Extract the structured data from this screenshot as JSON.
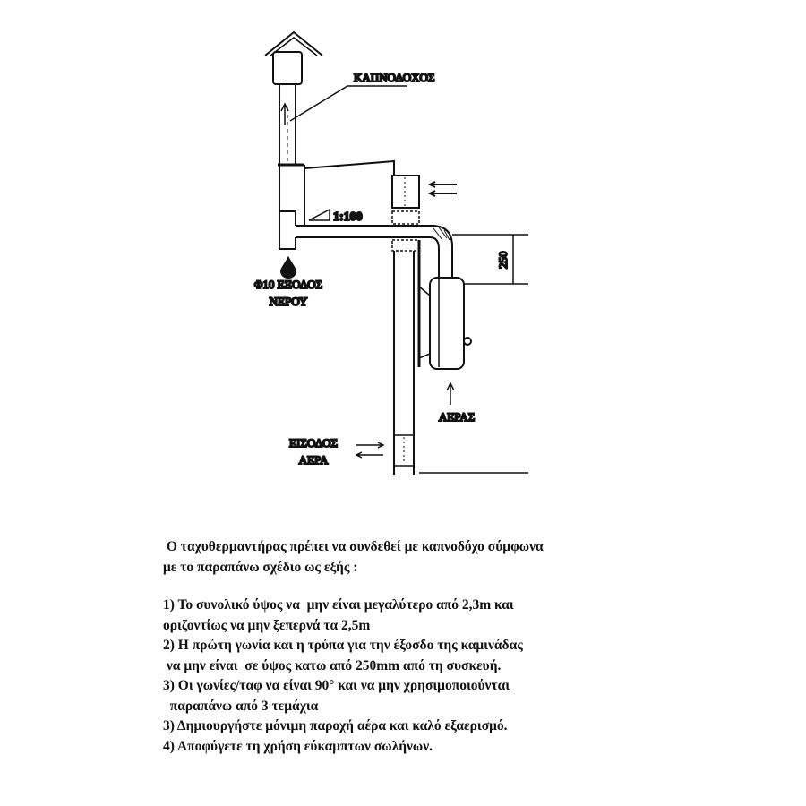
{
  "diagram": {
    "labels": {
      "chimney": "ΚΑΠΝΟΔΟΧΟΣ",
      "slope": "1:100",
      "water_outlet_line1": "Φ10 ΕΞΟΔΟΣ",
      "water_outlet_line2": "ΝΕΡΟΥ",
      "dimension": "250",
      "air": "ΑΕΡΑΣ",
      "air_inlet_line1": "ΕΙΣΟΔΟΣ",
      "air_inlet_line2": "ΑΕΡΑ"
    }
  },
  "notes": {
    "intro_line1": " Ο ταχυθερμαντήρας πρέπει να συνδεθεί με καπνοδόχο σύμφωνα",
    "intro_line2": "με το παραπάνω σχέδιο ως εξής :",
    "items": [
      "1) Το συνολικό ύψος να  μην είναι μεγαλύτερο από 2,3m και",
      "οριζοντίως να μην ξεπερνά τα 2,5m",
      "2) Η πρώτη γωνία και η τρύπα για την έξοσδο της καμινάδας",
      " να μην είναι  σε ύψος κατω από 250mm από τη συσκευή.",
      "3) Οι γωνίες/ταφ να είναι 90° και να μην χρησιμοποιούνται",
      "  παραπάνω από 3 τεμάχια",
      "3) Δημιουργήστε μόνιμη παροχή αέρα και καλό εξαερισμό.",
      "4) Αποφύγετε τη χρήση εύκαμπτων σωλήνων."
    ]
  }
}
